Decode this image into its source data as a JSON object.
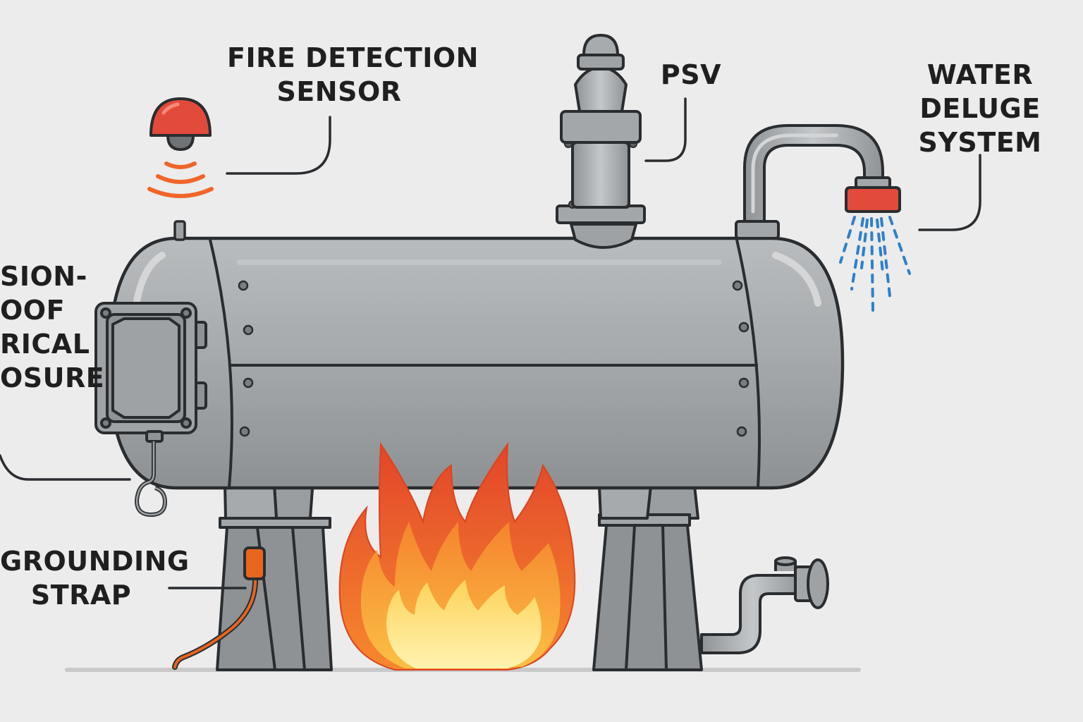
{
  "labels": {
    "fire_detection": [
      "FIRE DETECTION",
      "SENSOR"
    ],
    "psv": [
      "PSV"
    ],
    "water_deluge": [
      "WATER",
      "DELUGE",
      "SYSTEM"
    ],
    "enclosure": [
      "SION-",
      "OOF",
      "RICAL",
      "OSURE"
    ],
    "grounding": [
      "GROUNDING",
      "STRAP"
    ]
  },
  "colors": {
    "background": "#ececec",
    "steel": "#a8abad",
    "steel_dark": "#8f9396",
    "outline": "#2a2d30",
    "sensor_red": "#e24a3b",
    "signal_orange": "#f0652a",
    "water_blue": "#2f7fc8",
    "strap_orange": "#e8651f",
    "flame_outer": "#ee5a24",
    "flame_mid": "#f7a03a",
    "flame_core": "#ffe07a"
  }
}
